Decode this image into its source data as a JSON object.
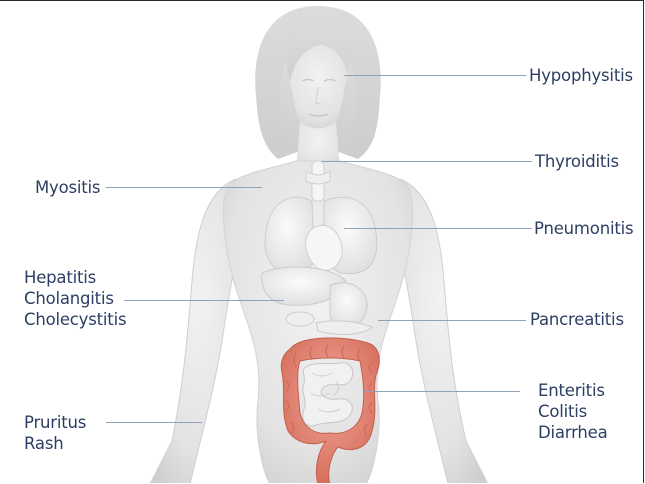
{
  "labels": {
    "hypophysitis": [
      "Hypophysitis"
    ],
    "thyroiditis": [
      "Thyroiditis"
    ],
    "myositis": [
      "Myositis"
    ],
    "pneumonitis": [
      "Pneumonitis"
    ],
    "hepatobiliary": [
      "Hepatitis",
      "Cholangitis",
      "Cholecystitis"
    ],
    "pancreatitis": [
      "Pancreatitis"
    ],
    "skin": [
      "Pruritus",
      "Rash"
    ],
    "gastrointestinal": [
      "Enteritis",
      "Colitis",
      "Diarrhea"
    ]
  },
  "colors": {
    "label_text": "#2c3e63",
    "leader_line": "#8ea2b8",
    "body_fill": "#e9e9e9",
    "organ_fill": "#f4f4f4",
    "colon_fill": "#e07f6e"
  }
}
